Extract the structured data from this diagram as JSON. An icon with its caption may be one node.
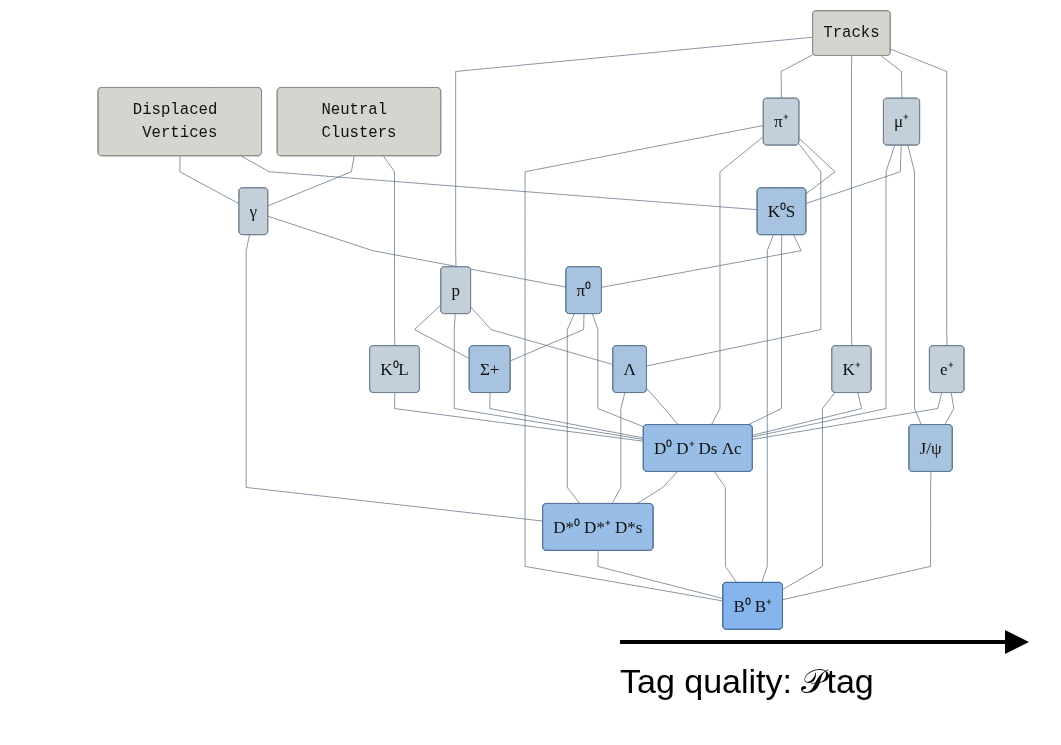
{
  "diagram": {
    "nodes": [
      {
        "text": [
          "Tracks"
        ]
      },
      {
        "text": [
          "Displaced Vertices"
        ]
      },
      {
        "text": [
          "Neutral Clusters"
        ]
      },
      {
        "text": [
          "e⁺"
        ]
      },
      {
        "text": [
          "μ⁺"
        ]
      },
      {
        "text": [
          "K⁺"
        ]
      },
      {
        "text": [
          "π⁺"
        ]
      },
      {
        "text": [
          "p"
        ]
      },
      {
        "text": [
          "K⁰L"
        ]
      },
      {
        "text": [
          "γ"
        ]
      },
      {
        "text": [
          "J/ψ"
        ]
      },
      {
        "text": [
          "Λ"
        ]
      },
      {
        "text": [
          "π⁰"
        ]
      },
      {
        "text": [
          "K⁰S"
        ]
      },
      {
        "text": [
          "Σ+"
        ]
      },
      {
        "text": [
          "D⁰ D⁺ Ds Λc"
        ]
      },
      {
        "text": [
          "D*⁰ D*⁺ D*s"
        ]
      },
      {
        "text": [
          "B⁰ B⁺"
        ]
      }
    ],
    "edges": [
      {
        "from": 0,
        "to": 3,
        "arrow": "none"
      },
      {
        "from": 0,
        "to": 4,
        "arrow": "none"
      },
      {
        "from": 0,
        "to": 5,
        "arrow": "none"
      },
      {
        "from": 0,
        "to": 6,
        "arrow": "none"
      },
      {
        "from": 0,
        "to": 7,
        "arrow": "none"
      },
      {
        "from": 1,
        "to": 13,
        "arrow": "none"
      },
      {
        "from": 1,
        "to": 9,
        "arrow": "none"
      },
      {
        "from": 2,
        "to": 8,
        "arrow": "none"
      },
      {
        "from": 2,
        "to": 9,
        "arrow": "none"
      },
      {
        "from": 3,
        "to": 10,
        "arrow": "none"
      },
      {
        "from": 3,
        "to": 15,
        "arrow": "none"
      },
      {
        "from": 4,
        "to": 10,
        "arrow": "none"
      },
      {
        "from": 4,
        "to": 13,
        "arrow": "none"
      },
      {
        "from": 4,
        "to": 15,
        "arrow": "none"
      },
      {
        "from": 5,
        "to": 15,
        "arrow": "none"
      },
      {
        "from": 5,
        "to": 17,
        "arrow": "none"
      },
      {
        "from": 6,
        "to": 13,
        "arrow": "none"
      },
      {
        "from": 6,
        "to": 11,
        "arrow": "none"
      },
      {
        "from": 6,
        "to": 15,
        "arrow": "none"
      },
      {
        "from": 6,
        "to": 17,
        "arrow": "none"
      },
      {
        "from": 7,
        "to": 11,
        "arrow": "none"
      },
      {
        "from": 7,
        "to": 15,
        "arrow": "none"
      },
      {
        "from": 7,
        "to": 14,
        "arrow": "none"
      },
      {
        "from": 8,
        "to": 15,
        "arrow": "none"
      },
      {
        "from": 9,
        "to": 12,
        "arrow": "none"
      },
      {
        "from": 9,
        "to": 16,
        "arrow": "none"
      },
      {
        "from": 10,
        "to": 17,
        "arrow": "none"
      },
      {
        "from": 13,
        "to": 12,
        "arrow": "none"
      },
      {
        "from": 11,
        "to": 15,
        "arrow": "none"
      },
      {
        "from": 11,
        "to": 16,
        "arrow": "none"
      },
      {
        "from": 12,
        "to": 15,
        "arrow": "none"
      },
      {
        "from": 12,
        "to": 14,
        "arrow": "none"
      },
      {
        "from": 12,
        "to": 16,
        "arrow": "none"
      },
      {
        "from": 13,
        "to": 15,
        "arrow": "none"
      },
      {
        "from": 13,
        "to": 17,
        "arrow": "none"
      },
      {
        "from": 14,
        "to": 15,
        "arrow": "none"
      },
      {
        "from": 15,
        "to": 17,
        "arrow": "none"
      },
      {
        "from": 15,
        "to": 16,
        "arrow": "none"
      },
      {
        "from": 16,
        "to": 17,
        "arrow": "none"
      }
    ],
    "labels": [
      "Tag quality: 𝒫tag"
    ]
  }
}
